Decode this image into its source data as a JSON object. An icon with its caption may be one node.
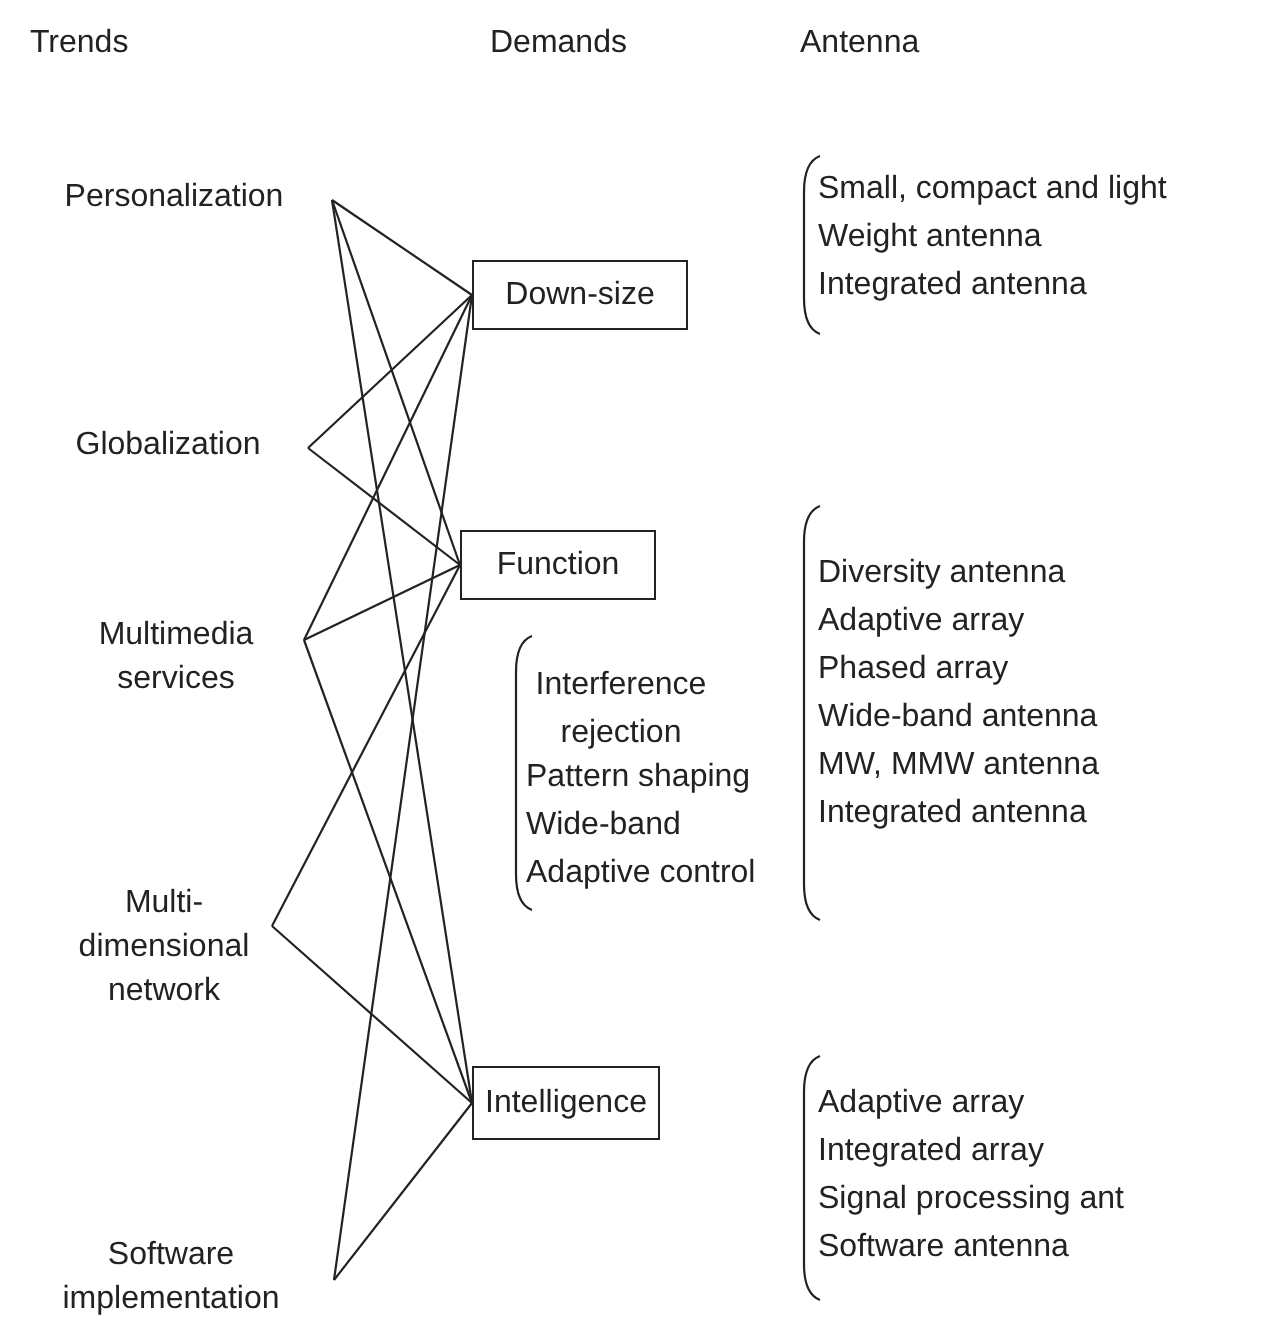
{
  "diagram": {
    "nodes": [
      {
        "text": [
          "Personalization"
        ]
      },
      {
        "text": [
          "Globalization"
        ]
      },
      {
        "text": [
          "Multimedia services"
        ]
      },
      {
        "text": [
          "Multi- dimensional network"
        ]
      },
      {
        "text": [
          "Software implementation"
        ]
      },
      {
        "text": [
          "Down-size"
        ]
      },
      {
        "text": [
          "Function"
        ]
      },
      {
        "text": [
          "Intelligence"
        ]
      }
    ],
    "edges": [
      {
        "from": 0,
        "to": 5,
        "arrow": "none"
      },
      {
        "from": 0,
        "to": 6,
        "arrow": "none"
      },
      {
        "from": 0,
        "to": 7,
        "arrow": "none"
      },
      {
        "from": 1,
        "to": 5,
        "arrow": "none"
      },
      {
        "from": 1,
        "to": 6,
        "arrow": "none"
      },
      {
        "from": 2,
        "to": 5,
        "arrow": "none"
      },
      {
        "from": 2,
        "to": 6,
        "arrow": "none"
      },
      {
        "from": 2,
        "to": 7,
        "arrow": "none"
      },
      {
        "from": 3,
        "to": 6,
        "arrow": "none"
      },
      {
        "from": 3,
        "to": 7,
        "arrow": "none"
      },
      {
        "from": 4,
        "to": 5,
        "arrow": "none"
      },
      {
        "from": 4,
        "to": 7,
        "arrow": "none"
      }
    ],
    "labels": [
      "Trends",
      "Demands",
      "Antenna",
      "Small, compact and light",
      "Weight antenna",
      "Integrated antenna",
      "Diversity antenna",
      "Adaptive array",
      "Phased array",
      "Wide-band antenna",
      "MW, MMW antenna",
      "Integrated antenna",
      "Interference rejection",
      "Pattern shaping",
      "Wide-band",
      "Adaptive control",
      "Adaptive array",
      "Integrated array",
      "Signal processing ant",
      "Software antenna"
    ]
  }
}
